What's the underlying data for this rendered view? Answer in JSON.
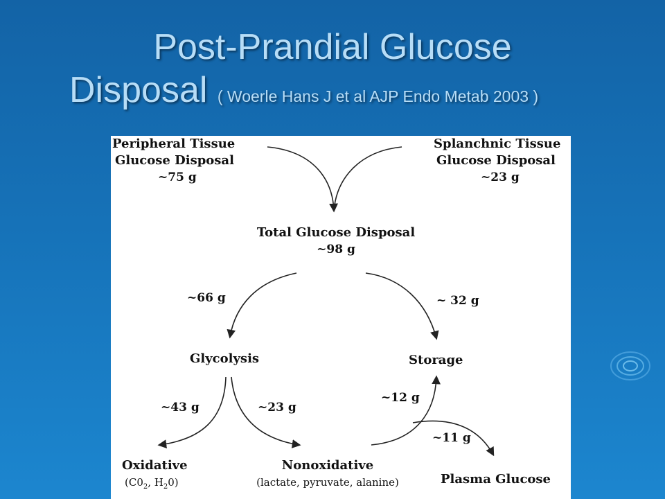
{
  "slide": {
    "title_line1": "Post-Prandial Glucose",
    "title_line2": "Disposal",
    "citation": "( Woerle Hans J et al AJP Endo Metab 2003 )"
  },
  "diagram": {
    "peripheral": {
      "line1": "Peripheral Tissue",
      "line2": "Glucose Disposal",
      "amount": "~75 g"
    },
    "splanchnic": {
      "line1": "Splanchnic Tissue",
      "line2": "Glucose Disposal",
      "amount": "~23 g"
    },
    "total": {
      "label": "Total Glucose Disposal",
      "amount": "~98 g"
    },
    "to_glycolysis": "~66 g",
    "to_storage": "~ 32 g",
    "glycolysis": "Glycolysis",
    "storage": "Storage",
    "to_oxidative": "~43 g",
    "to_nonoxidative": "~23 g",
    "nonox_to_storage": "~12 g",
    "nonox_to_plasma": "~11 g",
    "oxidative": {
      "label": "Oxidative",
      "detail_a": "(C0",
      "detail_sub1": "2",
      "detail_b": ", H",
      "detail_sub2": "2",
      "detail_c": "0)"
    },
    "nonoxidative": {
      "label": "Nonoxidative",
      "detail": "(lactate, pyruvate, alanine)"
    },
    "plasma": "Plasma Glucose"
  }
}
